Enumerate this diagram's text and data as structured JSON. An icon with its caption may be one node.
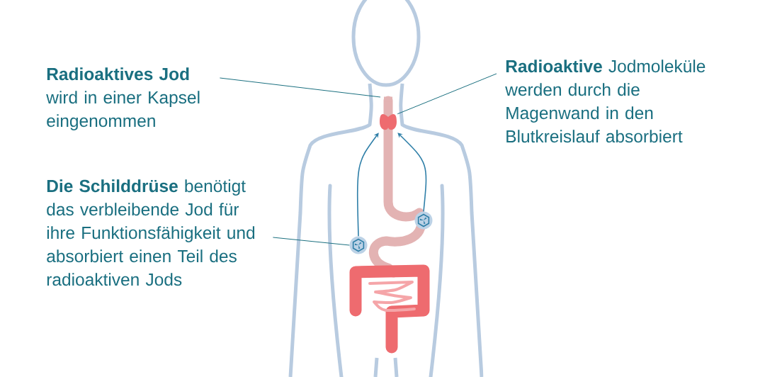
{
  "diagram": {
    "nodes": [
      {
        "text": [
          "**Radioaktives Jod** wird in einer Kapsel eingenommen"
        ]
      },
      {
        "text": [
          "**Radioaktive** Jodmoleküle werden durch die Magenwand in den Blutkreislauf absorbiert"
        ]
      },
      {
        "text": [
          "**Die Schilddrüse** benötigt das verbleibende Jod für ihre Funktionsfähigkeit und absorbiert einen Teil des radioaktiven Jods"
        ]
      },
      {
        "text": [],
        "shape": "picture"
      },
      {
        "text": [],
        "shape": "picture"
      },
      {
        "text": [],
        "shape": "picture"
      }
    ],
    "edges": [
      {
        "from": 0,
        "to": null,
        "arrow": "none"
      },
      {
        "from": 1,
        "to": 3,
        "arrow": "none"
      },
      {
        "from": 2,
        "to": 5,
        "arrow": "none"
      },
      {
        "from": 4,
        "to": 3,
        "arrow": "to"
      },
      {
        "from": 5,
        "to": 3,
        "arrow": "to"
      }
    ]
  }
}
